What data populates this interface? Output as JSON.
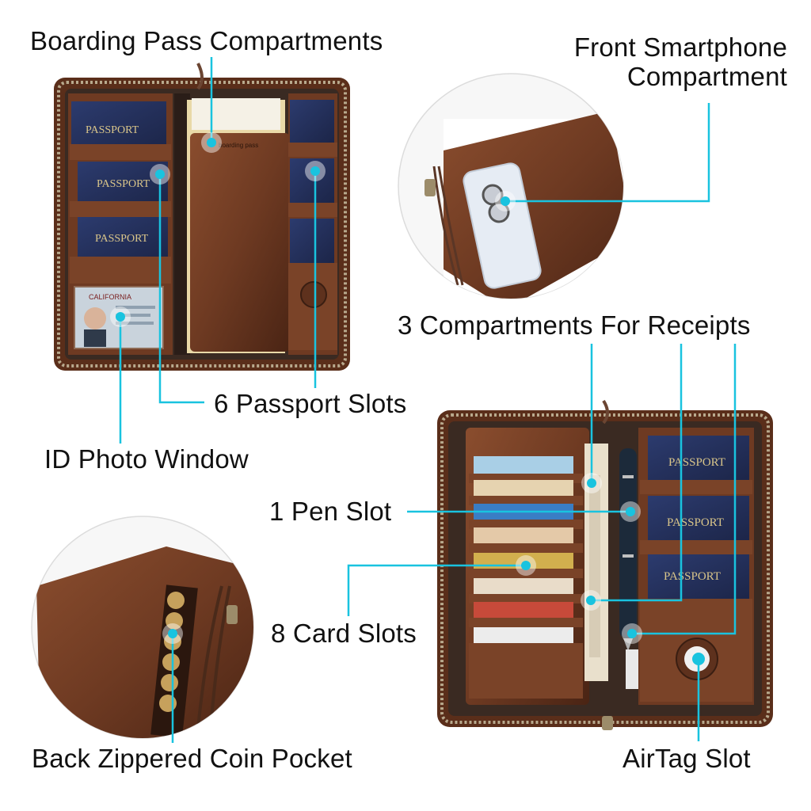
{
  "colors": {
    "callout": "#19c3df",
    "leather": "#6e3a22",
    "leather_dark": "#4a2414",
    "leather_light": "#8a4d2e",
    "passport": "#23305a",
    "passport_text": "#d9c58a",
    "label_text": "#111111",
    "background": "#ffffff"
  },
  "labels": {
    "boarding_pass": "Boarding Pass Compartments",
    "front_smartphone_line1": "Front Smartphone",
    "front_smartphone_line2": "Compartment",
    "receipts": "3 Compartments For Receipts",
    "passport_slots": "6 Passport Slots",
    "id_window": "ID Photo Window",
    "pen_slot": "1 Pen Slot",
    "card_slots": "8 Card Slots",
    "coin_pocket": "Back Zippered Coin Pocket",
    "airtag_slot": "AirTag Slot"
  },
  "product_print": {
    "passport_word": "PASSPORT",
    "boarding_sleeve": "boarding pass",
    "id_state": "CALIFORNIA"
  }
}
